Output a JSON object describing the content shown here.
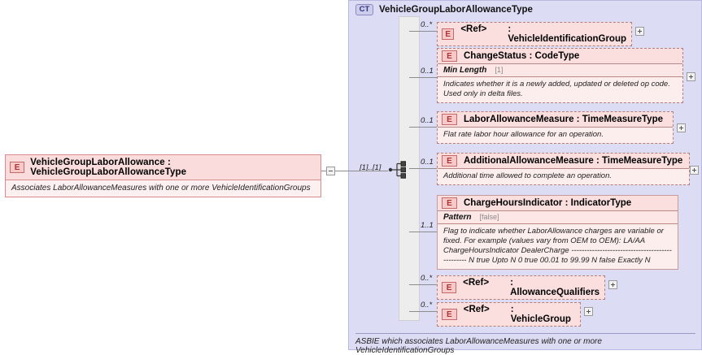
{
  "root_element": {
    "badge": "E",
    "icon": "element-badge-icon",
    "name": "VehicleGroupLaborAllowance",
    "separator": ":",
    "type": "VehicleGroupLaborAllowanceType",
    "title": "VehicleGroupLaborAllowance : VehicleGroupLaborAllowanceType",
    "documentation": "Associates LaborAllowanceMeasures with one or more VehicleIdentificationGroups",
    "collapse_icon": "minus-box-icon",
    "occurrence": "[1]..[1]"
  },
  "complex_type": {
    "badge": "CT",
    "badge_icon": "complextype-badge-icon",
    "name": "VehicleGroupLaborAllowanceType",
    "compositor": "sequence",
    "compositor_icon": "sequence-compositor-icon",
    "footer": "ASBIE which associates LaborAllowanceMeasures with one or more VehicleIdentificationGroups"
  },
  "children": [
    {
      "badge": "E",
      "occurrence": "0..*",
      "name": "<Ref>",
      "type": ": VehicleIdentificationGroup",
      "facet": null,
      "facet_value": null,
      "documentation": null,
      "expand_icon": "plus-box-icon"
    },
    {
      "badge": "E",
      "occurrence": "0..1",
      "name": "ChangeStatus : CodeType",
      "type": null,
      "facet": "Min Length",
      "facet_value": "[1]",
      "documentation": "Indicates whether it is a newly added, updated or deleted op code. Used only in delta files.",
      "expand_icon": "plus-box-icon"
    },
    {
      "badge": "E",
      "occurrence": "0..1",
      "name": "LaborAllowanceMeasure : TimeMeasureType",
      "type": null,
      "facet": null,
      "facet_value": null,
      "documentation": "Flat rate labor hour allowance for an operation.",
      "expand_icon": "plus-box-icon"
    },
    {
      "badge": "E",
      "occurrence": "0..1",
      "name": "AdditionalAllowanceMeasure : TimeMeasureType",
      "type": null,
      "facet": null,
      "facet_value": null,
      "documentation": "Additional time allowed to complete an operation.",
      "expand_icon": "plus-box-icon"
    },
    {
      "badge": "E",
      "occurrence": "1..1",
      "name": "ChargeHoursIndicator : IndicatorType",
      "type": null,
      "facet": "Pattern",
      "facet_value": "[false]",
      "documentation": "Flag to indicate whether LaborAllowance charges are variable or fixed. For example (values vary from OEM to OEM): LA/AA ChargeHoursIndicator DealerCharge ------------------------------------------------ N true Upto N 0 true 00.01 to 99.99 N false Exactly N",
      "expand_icon": null
    },
    {
      "badge": "E",
      "occurrence": "0..*",
      "name": "<Ref>",
      "type": ": AllowanceQualifiers",
      "facet": null,
      "facet_value": null,
      "documentation": null,
      "expand_icon": "plus-box-icon"
    },
    {
      "badge": "E",
      "occurrence": "0..*",
      "name": "<Ref>",
      "type": ": VehicleGroup",
      "facet": null,
      "facet_value": null,
      "documentation": null,
      "expand_icon": "plus-box-icon"
    }
  ],
  "colors": {
    "element_fill": "#fbdede",
    "element_border": "#b08080",
    "panel_fill": "#dcdcf4",
    "panel_border": "#b9b9e0",
    "badge_text": "#a33333",
    "ct_badge_text": "#33337a"
  }
}
